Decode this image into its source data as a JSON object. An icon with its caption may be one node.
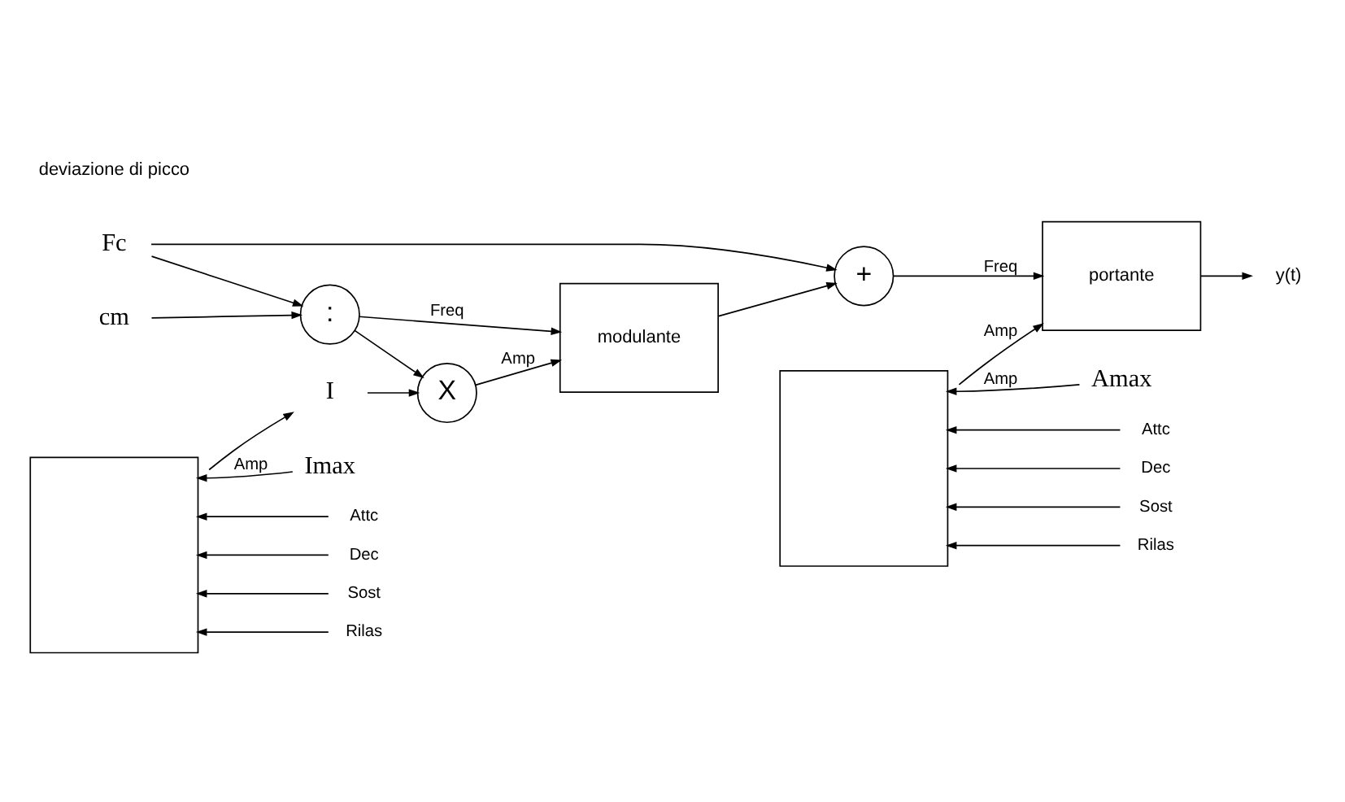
{
  "diagram": {
    "nodes": [
      {
        "text": [
          "modulante"
        ]
      },
      {
        "text": [
          "+"
        ]
      },
      {
        "text": [
          "portante"
        ]
      },
      {
        "text": [
          "y(t)"
        ]
      },
      {
        "text": [
          "X"
        ]
      },
      {
        "text": [
          ":"
        ]
      },
      {
        "text": [
          "I"
        ]
      },
      {
        "text": [
          "cm"
        ]
      },
      {
        "text": [
          "Fc"
        ]
      },
      {
        "text": [],
        "shape": "box"
      },
      {
        "text": [
          "Imax"
        ]
      },
      {
        "text": [],
        "shape": "box"
      },
      {
        "text": [
          "Amax"
        ]
      }
    ],
    "edges": [
      {
        "from": 4,
        "to": 0,
        "arrow": "to",
        "label": "Amp"
      },
      {
        "from": 5,
        "to": 4,
        "arrow": "to"
      },
      {
        "from": 5,
        "to": 0,
        "arrow": "to",
        "label": "Freq"
      },
      {
        "from": 0,
        "to": 1,
        "arrow": "to"
      },
      {
        "from": 8,
        "to": 1,
        "arrow": "to"
      },
      {
        "from": 8,
        "to": 5,
        "arrow": "to"
      },
      {
        "from": 1,
        "to": 2,
        "arrow": "to",
        "label": "Freq"
      },
      {
        "from": 11,
        "to": 2,
        "arrow": "to",
        "label": "Amp"
      },
      {
        "from": 2,
        "to": 3,
        "arrow": "to"
      },
      {
        "from": 6,
        "to": 4,
        "arrow": "to"
      },
      {
        "from": 7,
        "to": 5,
        "arrow": "to"
      },
      {
        "from": 9,
        "to": 6,
        "arrow": "to"
      },
      {
        "from": 10,
        "to": 9,
        "arrow": "to",
        "label": "Amp"
      },
      {
        "from": null,
        "to": 9,
        "arrow": "to",
        "label": "Attc"
      },
      {
        "from": null,
        "to": 9,
        "arrow": "to",
        "label": "Dec"
      },
      {
        "from": null,
        "to": 9,
        "arrow": "to",
        "label": "Sost"
      },
      {
        "from": null,
        "to": 9,
        "arrow": "to",
        "label": "Rilas"
      },
      {
        "from": 12,
        "to": 11,
        "arrow": "to",
        "label": "Amp"
      },
      {
        "from": null,
        "to": 11,
        "arrow": "to",
        "label": "Attc"
      },
      {
        "from": null,
        "to": 11,
        "arrow": "to",
        "label": "Dec"
      },
      {
        "from": null,
        "to": 11,
        "arrow": "to",
        "label": "Sost"
      },
      {
        "from": null,
        "to": 11,
        "arrow": "to",
        "label": "Rilas"
      }
    ],
    "labels": [
      "deviazione di picco"
    ]
  }
}
